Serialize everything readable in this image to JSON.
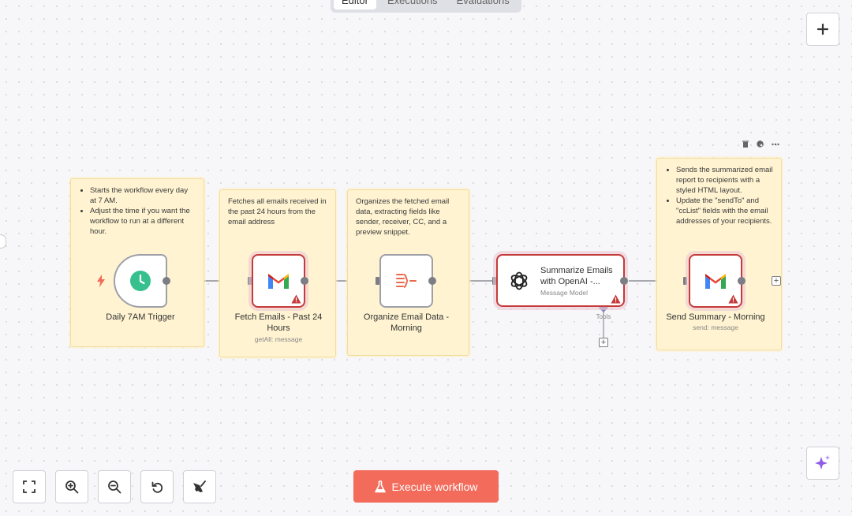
{
  "tabs": [
    {
      "label": "Editor",
      "active": true
    },
    {
      "label": "Executions",
      "active": false
    },
    {
      "label": "Evaluations",
      "active": false
    }
  ],
  "stickies": {
    "trigger": [
      "Starts the workflow every day at 7 AM.",
      "Adjust the time if you want the workflow to run at a different hour."
    ],
    "fetch": "Fetches all emails received in the past 24 hours from the email address",
    "organize": "Organizes the fetched email data, extracting fields like sender, receiver, CC, and a preview snippet.",
    "send": [
      "Sends the summarized email report to recipients with a styled HTML layout.",
      "Update the \"sendTo\" and \"ccList\" fields with the email addresses of your recipients."
    ]
  },
  "nodes": {
    "trigger": {
      "title": "Daily 7AM Trigger"
    },
    "fetch": {
      "title": "Fetch Emails - Past 24 Hours",
      "subtitle": "getAll: message"
    },
    "organize": {
      "title": "Organize Email Data - Morning"
    },
    "summarize": {
      "title": "Summarize Emails with OpenAI -...",
      "subtitle": "Message Model",
      "tools_label": "Tools"
    },
    "send": {
      "title": "Send Summary - Morning",
      "subtitle": "send: message"
    }
  },
  "execute_button": {
    "label": "Execute workflow"
  },
  "colors": {
    "accent": "#f26b5b",
    "error": "#c53a3a",
    "sticky": "#fff3d1",
    "trigger_green": "#35c08d"
  }
}
